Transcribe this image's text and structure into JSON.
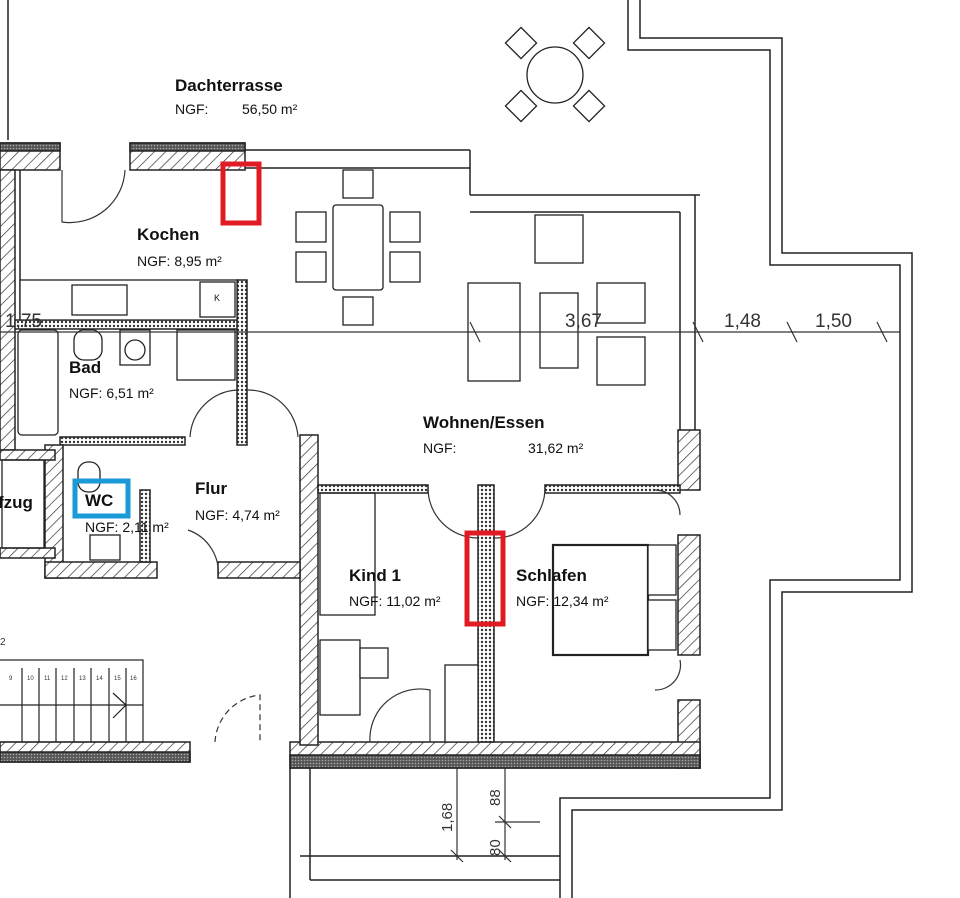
{
  "colors": {
    "highlight_red": "#e01b24",
    "highlight_blue": "#1a9ad6",
    "wall": "#222222"
  },
  "rooms": {
    "dachterrasse": {
      "name": "Dachterrasse",
      "ngf_label": "NGF:",
      "area": "56,50 m²"
    },
    "kochen": {
      "name": "Kochen",
      "ngf": "NGF: 8,95 m²"
    },
    "bad": {
      "name": "Bad",
      "ngf": "NGF: 6,51 m²"
    },
    "wohnen": {
      "name": "Wohnen/Essen",
      "ngf_label": "NGF:",
      "area": "31,62 m²"
    },
    "flur": {
      "name": "Flur",
      "ngf": "NGF: 4,74 m²"
    },
    "wc": {
      "name": "WC",
      "ngf": "NGF: 2,11 m²"
    },
    "aufzug": {
      "name": "fzug"
    },
    "kind1": {
      "name": "Kind 1",
      "ngf": "NGF: 11,02 m²"
    },
    "schlafen": {
      "name": "Schlafen",
      "ngf": "NGF: 12,34 m²"
    }
  },
  "fridge_label": "K",
  "dimensions": {
    "left": "1,75",
    "wohnen": "3,67",
    "right1": "1,48",
    "right2": "1,50",
    "balcony": "1,68",
    "upper": "88",
    "lower": "80",
    "stair_ref": "2"
  },
  "stair_steps": [
    "9",
    "10",
    "11",
    "12",
    "13",
    "14",
    "15",
    "16"
  ]
}
